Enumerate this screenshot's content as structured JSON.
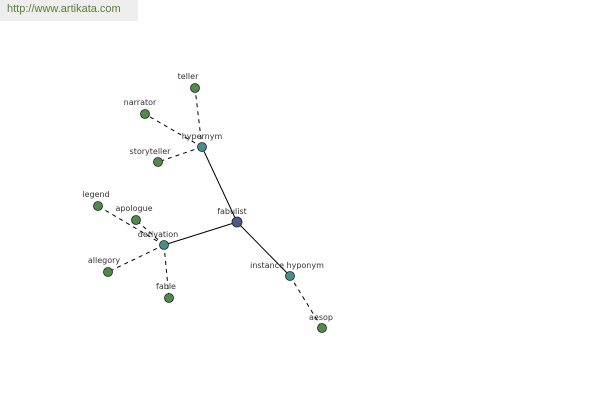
{
  "banner": {
    "url": "http://www.artikata.com"
  },
  "colors": {
    "central": "#4a5a8f",
    "hub": "#4a8c8c",
    "leaf": "#4f8a4a",
    "stroke": "#222222",
    "edge": "#000000"
  },
  "graph": {
    "nodes": [
      {
        "id": "fabulist",
        "label": "fabulist",
        "kind": "central"
      },
      {
        "id": "hypernym",
        "label": "hypernym",
        "kind": "hub"
      },
      {
        "id": "derivation",
        "label": "derivation",
        "kind": "hub"
      },
      {
        "id": "instance-hyponym",
        "label": "instance hyponym",
        "kind": "hub"
      },
      {
        "id": "teller",
        "label": "teller",
        "kind": "leaf"
      },
      {
        "id": "narrator",
        "label": "narrator",
        "kind": "leaf"
      },
      {
        "id": "storyteller",
        "label": "storyteller",
        "kind": "leaf"
      },
      {
        "id": "legend",
        "label": "legend",
        "kind": "leaf"
      },
      {
        "id": "apologue",
        "label": "apologue",
        "kind": "leaf"
      },
      {
        "id": "allegory",
        "label": "allegory",
        "kind": "leaf"
      },
      {
        "id": "fable",
        "label": "fable",
        "kind": "leaf"
      },
      {
        "id": "aesop",
        "label": "aesop",
        "kind": "leaf"
      }
    ],
    "edges": [
      {
        "from": "fabulist",
        "to": "hypernym",
        "style": "solid"
      },
      {
        "from": "fabulist",
        "to": "derivation",
        "style": "solid"
      },
      {
        "from": "fabulist",
        "to": "instance-hyponym",
        "style": "solid"
      },
      {
        "from": "hypernym",
        "to": "teller",
        "style": "dashed"
      },
      {
        "from": "hypernym",
        "to": "narrator",
        "style": "dashed"
      },
      {
        "from": "hypernym",
        "to": "storyteller",
        "style": "dashed"
      },
      {
        "from": "derivation",
        "to": "legend",
        "style": "dashed"
      },
      {
        "from": "derivation",
        "to": "apologue",
        "style": "dashed"
      },
      {
        "from": "derivation",
        "to": "allegory",
        "style": "dashed"
      },
      {
        "from": "derivation",
        "to": "fable",
        "style": "dashed"
      },
      {
        "from": "instance-hyponym",
        "to": "aesop",
        "style": "dashed"
      }
    ]
  }
}
